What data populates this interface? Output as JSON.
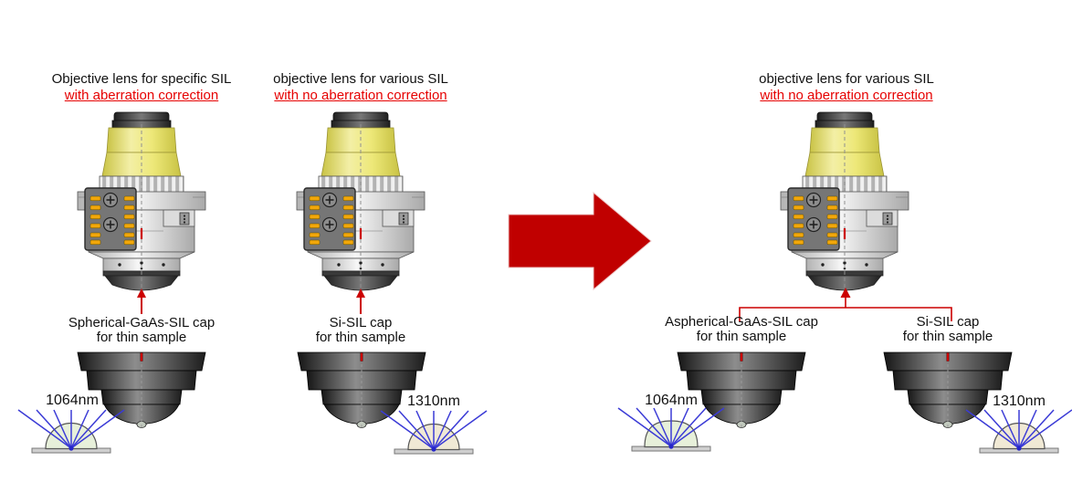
{
  "figure": {
    "left_panel": {
      "title": "Objective lens for specific SIL",
      "subtitle": "with aberration correction",
      "cap_label": "Spherical-GaAs-SIL cap",
      "cap_sublabel": "for thin sample",
      "wavelength": "1064nm"
    },
    "middle_panel": {
      "title": "objective lens for various SIL",
      "subtitle": "with no aberration correction",
      "cap_label": "Si-SIL cap",
      "cap_sublabel": "for thin sample",
      "wavelength": "1310nm"
    },
    "right_panel": {
      "title": "objective lens for various SIL",
      "subtitle": "with no aberration correction",
      "cap_a_label": "Aspherical-GaAs-SIL cap",
      "cap_a_sublabel": "for thin sample",
      "cap_a_wavelength": "1064nm",
      "cap_b_label": "Si-SIL cap",
      "cap_b_sublabel": "for thin sample",
      "cap_b_wavelength": "1310nm"
    }
  },
  "colors": {
    "highlight_red_text": "#e60000",
    "arrow_red": "#c00000",
    "connector_red": "#cc0000",
    "ray_blue": "#3b3bd6",
    "lens_yellow": "#ede878",
    "gaas_sil_dome": "#e7f0da",
    "si_sil_dome": "#f0e9d5"
  }
}
